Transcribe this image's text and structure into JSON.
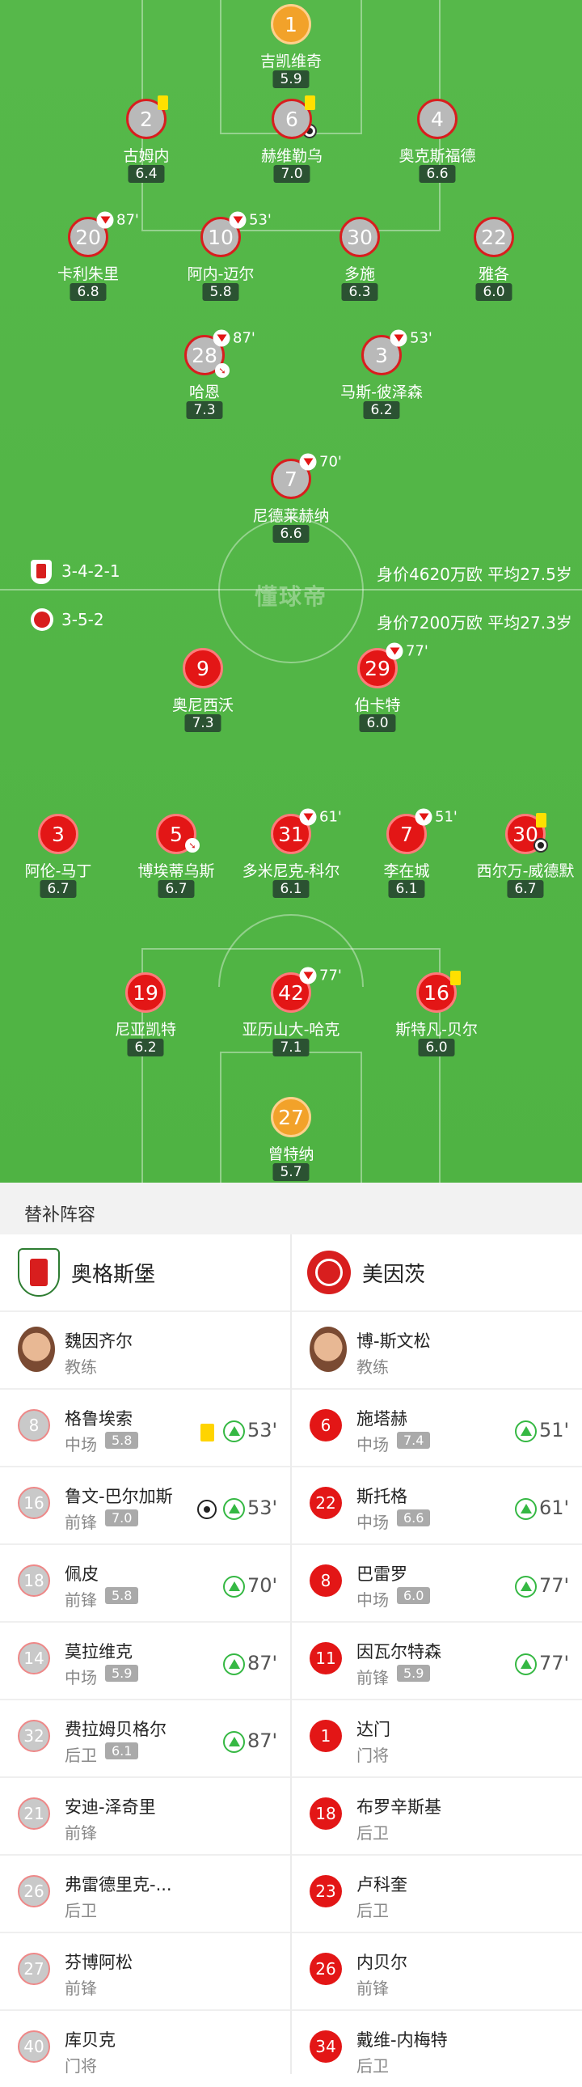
{
  "away_team": {
    "formation": "3-4-2-1",
    "value": "身价4620万欧",
    "avg_age": "平均27.5岁"
  },
  "home_team": {
    "formation": "3-5-2",
    "value": "身价7200万欧",
    "avg_age": "平均27.3岁"
  },
  "watermark": "懂球帝",
  "pitch_players": [
    {
      "num": "1",
      "name": "吉凯维奇",
      "rating": "5.9",
      "style": "y"
    },
    {
      "num": "2",
      "name": "古姆内",
      "rating": "6.4",
      "style": "g"
    },
    {
      "num": "6",
      "name": "赫维勒乌",
      "rating": "7.0",
      "style": "g"
    },
    {
      "num": "4",
      "name": "奥克斯福德",
      "rating": "6.6",
      "style": "g"
    },
    {
      "num": "20",
      "name": "卡利朱里",
      "rating": "6.8",
      "style": "g",
      "sub": "87'"
    },
    {
      "num": "10",
      "name": "阿内-迈尔",
      "rating": "5.8",
      "style": "g",
      "sub": "53'"
    },
    {
      "num": "30",
      "name": "多施",
      "rating": "6.3",
      "style": "g"
    },
    {
      "num": "22",
      "name": "雅各",
      "rating": "6.0",
      "style": "g"
    },
    {
      "num": "28",
      "name": "哈恩",
      "rating": "7.3",
      "style": "g",
      "sub": "87'"
    },
    {
      "num": "3",
      "name": "马斯-彼泽森",
      "rating": "6.2",
      "style": "g",
      "sub": "53'"
    },
    {
      "num": "7",
      "name": "尼德莱赫纳",
      "rating": "6.6",
      "style": "g",
      "sub": "70'"
    },
    {
      "num": "9",
      "name": "奥尼西沃",
      "rating": "7.3",
      "style": "r"
    },
    {
      "num": "29",
      "name": "伯卡特",
      "rating": "6.0",
      "style": "r",
      "sub": "77'"
    },
    {
      "num": "3",
      "name": "阿伦-马丁",
      "rating": "6.7",
      "style": "r"
    },
    {
      "num": "5",
      "name": "博埃蒂乌斯",
      "rating": "6.7",
      "style": "r"
    },
    {
      "num": "31",
      "name": "多米尼克-科尔",
      "rating": "6.1",
      "style": "r",
      "sub": "61'"
    },
    {
      "num": "7",
      "name": "李在城",
      "rating": "6.1",
      "style": "r",
      "sub": "51'"
    },
    {
      "num": "30",
      "name": "西尔万-威德默",
      "rating": "6.7",
      "style": "r"
    },
    {
      "num": "19",
      "name": "尼亚凯特",
      "rating": "6.2",
      "style": "r"
    },
    {
      "num": "42",
      "name": "亚历山大-哈克",
      "rating": "7.1",
      "style": "r",
      "sub": "77'"
    },
    {
      "num": "16",
      "name": "斯特凡-贝尔",
      "rating": "6.0",
      "style": "r"
    },
    {
      "num": "27",
      "name": "曾特纳",
      "rating": "5.7",
      "style": "y"
    }
  ],
  "subs_title": "替补阵容",
  "left_team": {
    "name": "奥格斯堡",
    "coach_name": "魏因齐尔",
    "coach_role": "教练"
  },
  "right_team": {
    "name": "美因茨",
    "coach_name": "博-斯文松",
    "coach_role": "教练"
  },
  "left_subs": [
    {
      "num": "8",
      "name": "格鲁埃索",
      "pos": "中场",
      "rating": "5.8",
      "time": "53'",
      "card": true
    },
    {
      "num": "16",
      "name": "鲁文-巴尔加斯",
      "pos": "前锋",
      "rating": "7.0",
      "time": "53'",
      "goal": true
    },
    {
      "num": "18",
      "name": "佩皮",
      "pos": "前锋",
      "rating": "5.8",
      "time": "70'"
    },
    {
      "num": "14",
      "name": "莫拉维克",
      "pos": "中场",
      "rating": "5.9",
      "time": "87'"
    },
    {
      "num": "32",
      "name": "费拉姆贝格尔",
      "pos": "后卫",
      "rating": "6.1",
      "time": "87'"
    },
    {
      "num": "21",
      "name": "安迪-泽奇里",
      "pos": "前锋"
    },
    {
      "num": "26",
      "name": "弗雷德里克-...",
      "pos": "后卫"
    },
    {
      "num": "27",
      "name": "芬博阿松",
      "pos": "前锋"
    },
    {
      "num": "40",
      "name": "库贝克",
      "pos": "门将"
    }
  ],
  "right_subs": [
    {
      "num": "6",
      "name": "施塔赫",
      "pos": "中场",
      "rating": "7.4",
      "time": "51'"
    },
    {
      "num": "22",
      "name": "斯托格",
      "pos": "中场",
      "rating": "6.6",
      "time": "61'"
    },
    {
      "num": "8",
      "name": "巴雷罗",
      "pos": "中场",
      "rating": "6.0",
      "time": "77'"
    },
    {
      "num": "11",
      "name": "因瓦尔特森",
      "pos": "前锋",
      "rating": "5.9",
      "time": "77'"
    },
    {
      "num": "1",
      "name": "达门",
      "pos": "门将"
    },
    {
      "num": "18",
      "name": "布罗辛斯基",
      "pos": "后卫"
    },
    {
      "num": "23",
      "name": "卢科奎",
      "pos": "后卫"
    },
    {
      "num": "26",
      "name": "内贝尔",
      "pos": "前锋"
    },
    {
      "num": "34",
      "name": "戴维-内梅特",
      "pos": "后卫"
    }
  ]
}
